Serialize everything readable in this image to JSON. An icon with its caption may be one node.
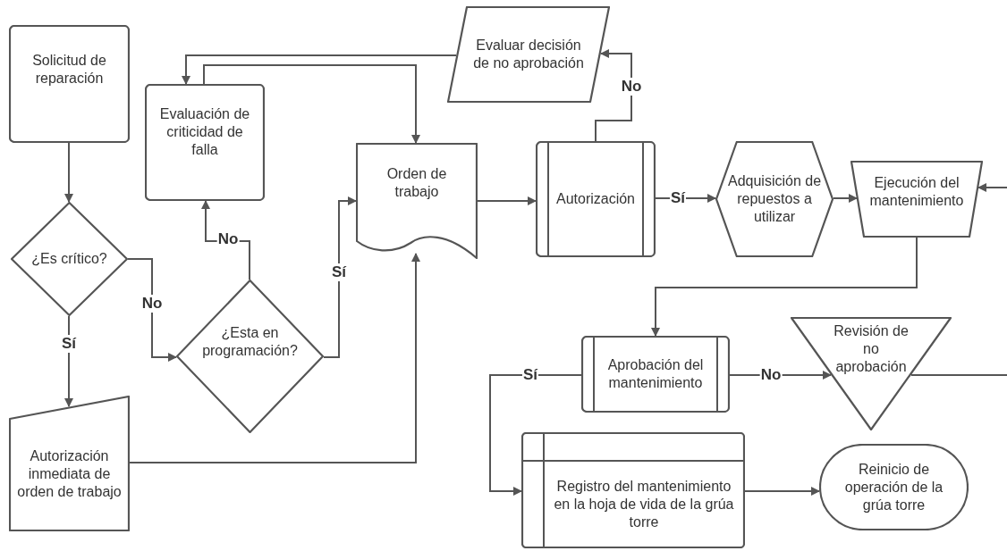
{
  "diagram": {
    "nodes": [
      {
        "text": [
          "Solicitud de reparación"
        ]
      },
      {
        "text": [
          "¿Es crítico?"
        ]
      },
      {
        "text": [
          "Autorización inmediata de orden de trabajo"
        ]
      },
      {
        "text": [
          "Evaluación de criticidad de falla"
        ]
      },
      {
        "text": [
          "¿Esta en programación?"
        ]
      },
      {
        "text": [
          "Orden de trabajo"
        ]
      },
      {
        "text": [
          "Evaluar decisión de no aprobación"
        ]
      },
      {
        "text": [
          "Autorización"
        ]
      },
      {
        "text": [
          "Adquisición de repuestos a utilizar"
        ]
      },
      {
        "text": [
          "Ejecución del mantenimiento"
        ]
      },
      {
        "text": [
          "Aprobación del mantenimiento"
        ]
      },
      {
        "text": [
          "Revisión de no aprobación"
        ]
      },
      {
        "text": [
          "Registro del mantenimiento en la hoja de vida de la grúa torre"
        ]
      },
      {
        "text": [
          "Reinicio de operación de la grúa torre"
        ]
      }
    ],
    "edges": [
      {
        "from": 0,
        "to": 1,
        "arrow": "to"
      },
      {
        "from": 1,
        "to": 2,
        "arrow": "to",
        "label": "Sí"
      },
      {
        "from": 1,
        "to": 4,
        "arrow": "to",
        "label": "No"
      },
      {
        "from": 4,
        "to": 3,
        "arrow": "to",
        "label": "No"
      },
      {
        "from": 4,
        "to": 5,
        "arrow": "to",
        "label": "Sí"
      },
      {
        "from": 2,
        "to": 5,
        "arrow": "to"
      },
      {
        "from": 3,
        "to": 5,
        "arrow": "to"
      },
      {
        "from": 6,
        "to": 3,
        "arrow": "to"
      },
      {
        "from": 5,
        "to": 7,
        "arrow": "to"
      },
      {
        "from": 7,
        "to": 6,
        "arrow": "to",
        "label": "No"
      },
      {
        "from": 7,
        "to": 8,
        "arrow": "to",
        "label": "Sí"
      },
      {
        "from": 8,
        "to": 9,
        "arrow": "to"
      },
      {
        "from": 9,
        "to": 10,
        "arrow": "to"
      },
      {
        "from": 10,
        "to": 11,
        "arrow": "to",
        "label": "No"
      },
      {
        "from": 11,
        "to": null,
        "arrow": "none"
      },
      {
        "from": null,
        "to": 9,
        "arrow": "to"
      },
      {
        "from": 10,
        "to": 12,
        "arrow": "to",
        "label": "Sí"
      },
      {
        "from": 12,
        "to": 13,
        "arrow": "to"
      }
    ]
  }
}
